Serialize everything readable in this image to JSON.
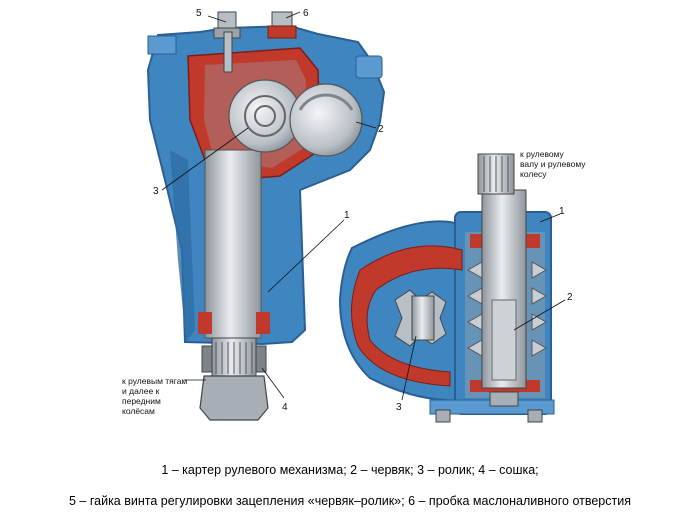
{
  "figure": {
    "labels": {
      "n1_left": "1",
      "n2_left": "2",
      "n3_left": "3",
      "n4_left": "4",
      "n5": "5",
      "n6": "6",
      "n1_right": "1",
      "n2_right": "2",
      "n3_right": "3"
    },
    "annotation_left": [
      "к рулевым тягам",
      "и далее к",
      "передним",
      "колёсам"
    ],
    "annotation_right": [
      "к рулевому",
      "валу и рулевому",
      "колесу"
    ]
  },
  "caption": {
    "line1": "1 – картер рулевого механизма; 2 – червяк; 3 – ролик; 4 – сошка;",
    "line2": "5 – гайка винта регулировки зацепления «червяк–ролик»; 6 – пробка маслоналивного отверстия"
  },
  "colors": {
    "housing_blue": "#3f86c0",
    "housing_dark": "#2a5f93",
    "accent_red": "#c0392b",
    "metal_gray": "#c9ced4"
  }
}
